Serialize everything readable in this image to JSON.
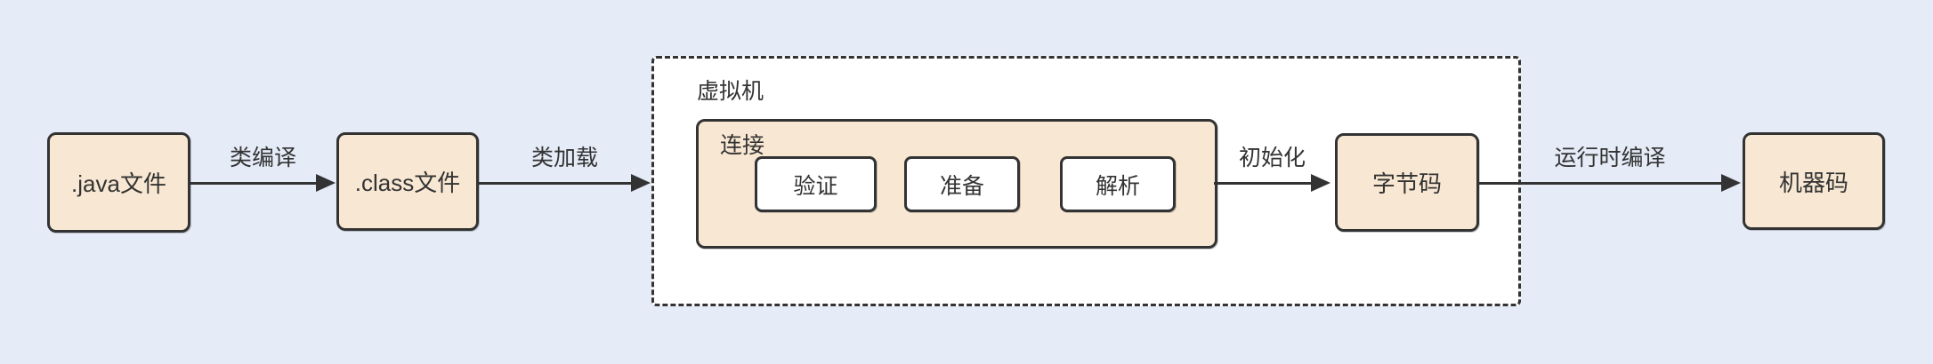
{
  "diagram": {
    "background_color": "#e5ebf7",
    "node_fill_color": "#f8e8d3",
    "vm_fill_color": "#ffffff",
    "border_color": "#333333",
    "nodes": {
      "java": {
        "label": ".java文件"
      },
      "class": {
        "label": ".class文件"
      },
      "bytecode": {
        "label": "字节码"
      },
      "machine": {
        "label": "机器码"
      }
    },
    "vm": {
      "label": "虚拟机",
      "link": {
        "label": "连接",
        "steps": [
          {
            "label": "验证"
          },
          {
            "label": "准备"
          },
          {
            "label": "解析"
          }
        ]
      }
    },
    "arrows": [
      {
        "label": "类编译"
      },
      {
        "label": "类加载"
      },
      {
        "label": "初始化"
      },
      {
        "label": "运行时编译"
      }
    ]
  }
}
